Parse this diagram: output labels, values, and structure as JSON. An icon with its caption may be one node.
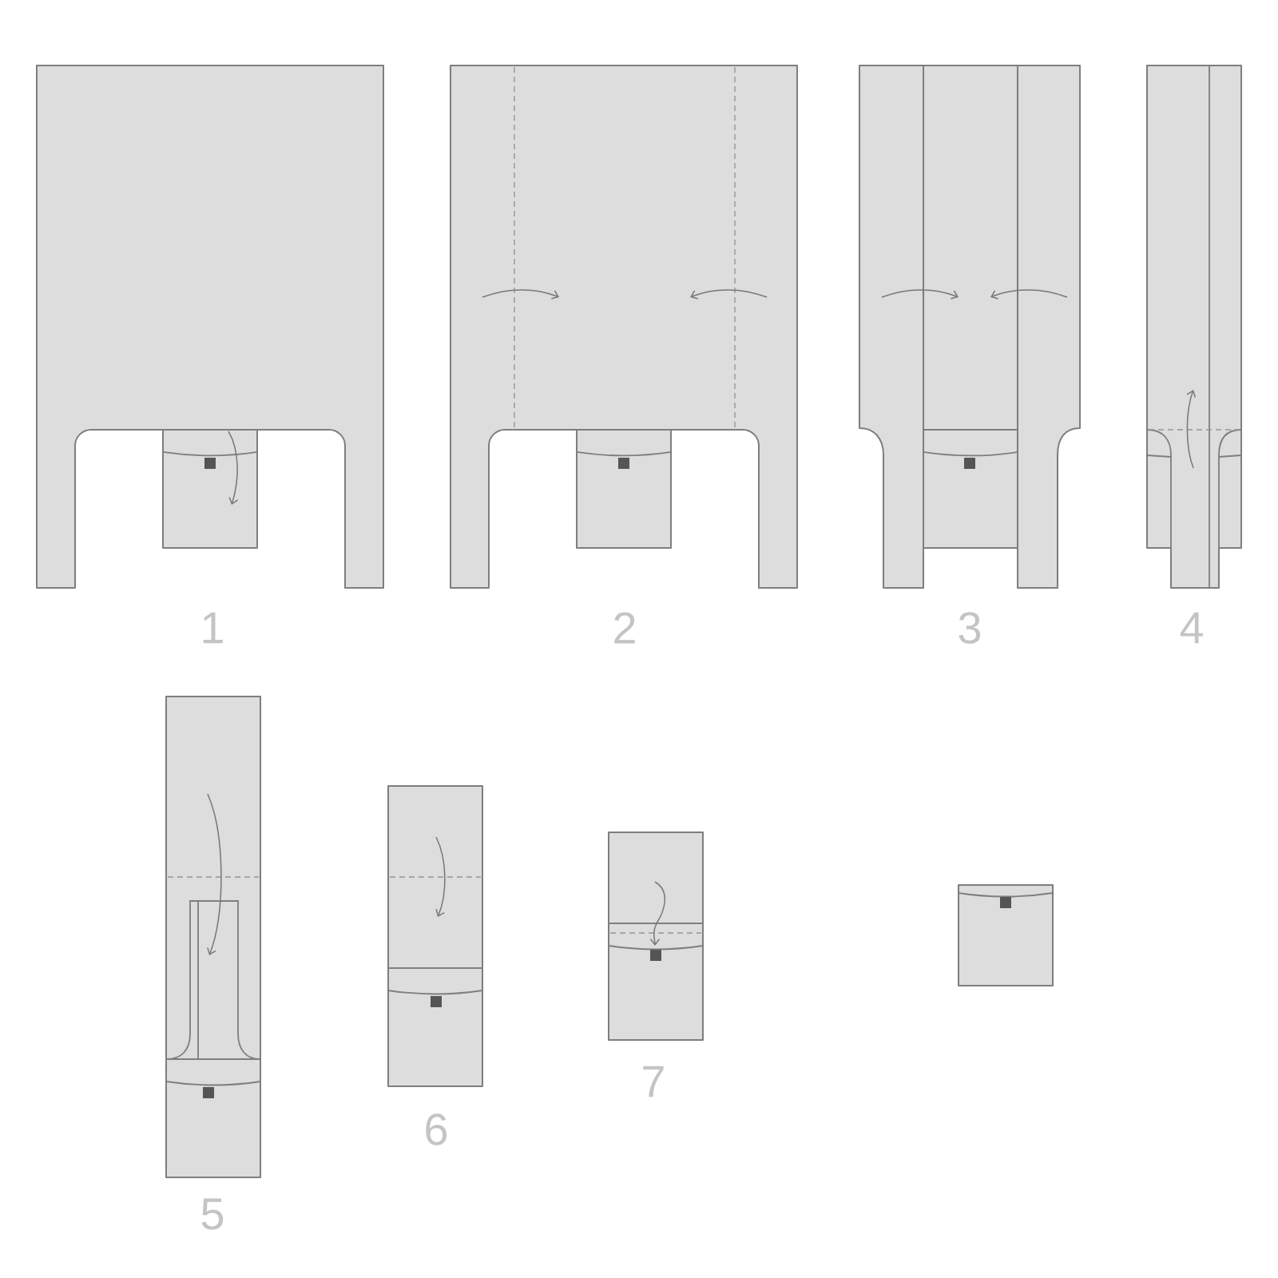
{
  "diagram": {
    "labels": [
      "1",
      "2",
      "3",
      "4",
      "5",
      "6",
      "7"
    ]
  }
}
